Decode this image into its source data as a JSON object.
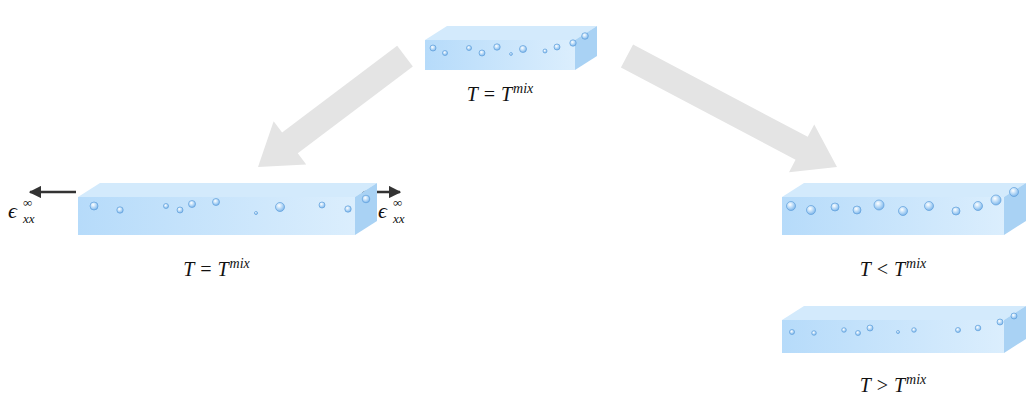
{
  "diagram": {
    "nodes": [
      {
        "text": [
          "T = T",
          "mix"
        ]
      },
      {
        "text": [
          "T = T",
          "mix"
        ]
      },
      {
        "text": [
          "T < T",
          "mix"
        ]
      },
      {
        "text": [
          "T > T",
          "mix"
        ]
      }
    ],
    "edges": [
      {
        "from": 0,
        "to": 1,
        "arrow": "to"
      },
      {
        "from": 0,
        "to": 2,
        "arrow": "to"
      }
    ],
    "labels": [
      "ϵ",
      "∞",
      "xx",
      "ϵ",
      "∞",
      "xx"
    ]
  }
}
